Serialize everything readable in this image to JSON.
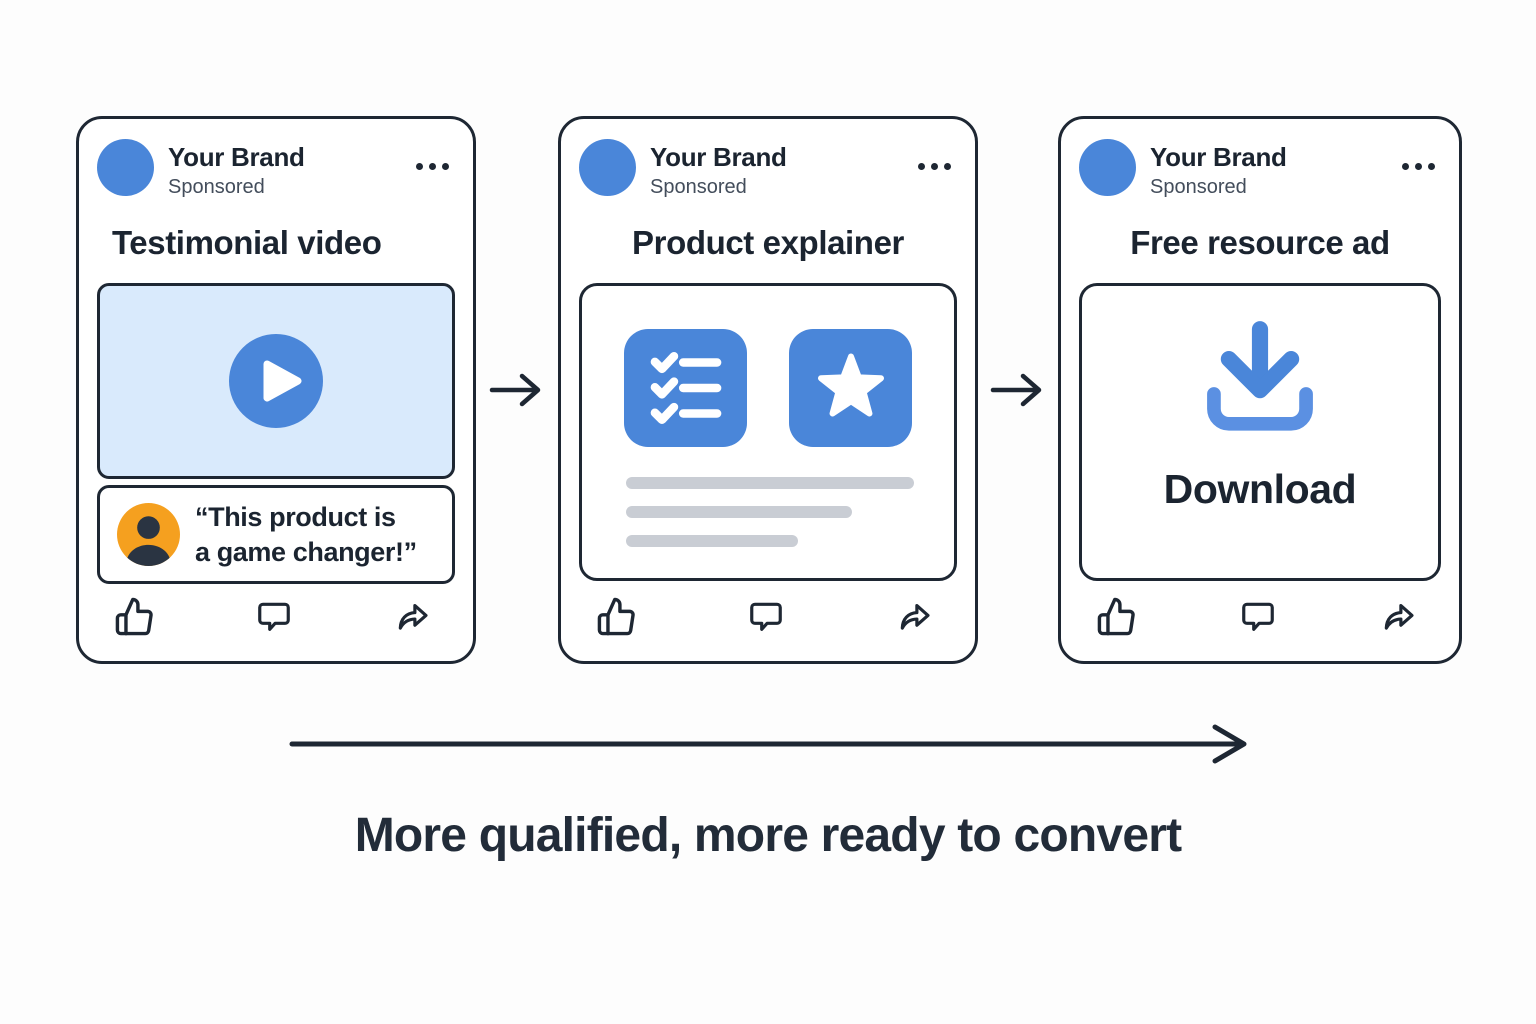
{
  "page": {
    "background": "#fdfdfd",
    "caption": "More qualified, more ready to convert"
  },
  "colors": {
    "ink": "#1e2733",
    "accent_blue": "#4a86d9",
    "video_background": "#d9eafc",
    "avatar_orange": "#f5a01f",
    "placeholder_gray": "#c9cdd4"
  },
  "cards": [
    {
      "id": "testimonial",
      "brand": "Your Brand",
      "sponsored_label": "Sponsored",
      "title": "Testimonial video",
      "media_icon": "play-icon",
      "quote_lines": [
        "“This product is",
        "a game changer!”"
      ],
      "footer_icons": [
        "thumbs-up-icon",
        "comment-icon",
        "share-icon"
      ],
      "menu_icon": "ellipsis-icon"
    },
    {
      "id": "explainer",
      "brand": "Your Brand",
      "sponsored_label": "Sponsored",
      "title": "Product explainer",
      "media_icons": [
        "checklist-icon",
        "star-icon"
      ],
      "placeholder_bars": 3,
      "footer_icons": [
        "thumbs-up-icon",
        "comment-icon",
        "share-icon"
      ],
      "menu_icon": "ellipsis-icon"
    },
    {
      "id": "free-resource",
      "brand": "Your Brand",
      "sponsored_label": "Sponsored",
      "title": "Free resource ad",
      "media_icon": "download-icon",
      "cta_label": "Download",
      "footer_icons": [
        "thumbs-up-icon",
        "comment-icon",
        "share-icon"
      ],
      "menu_icon": "ellipsis-icon"
    }
  ]
}
